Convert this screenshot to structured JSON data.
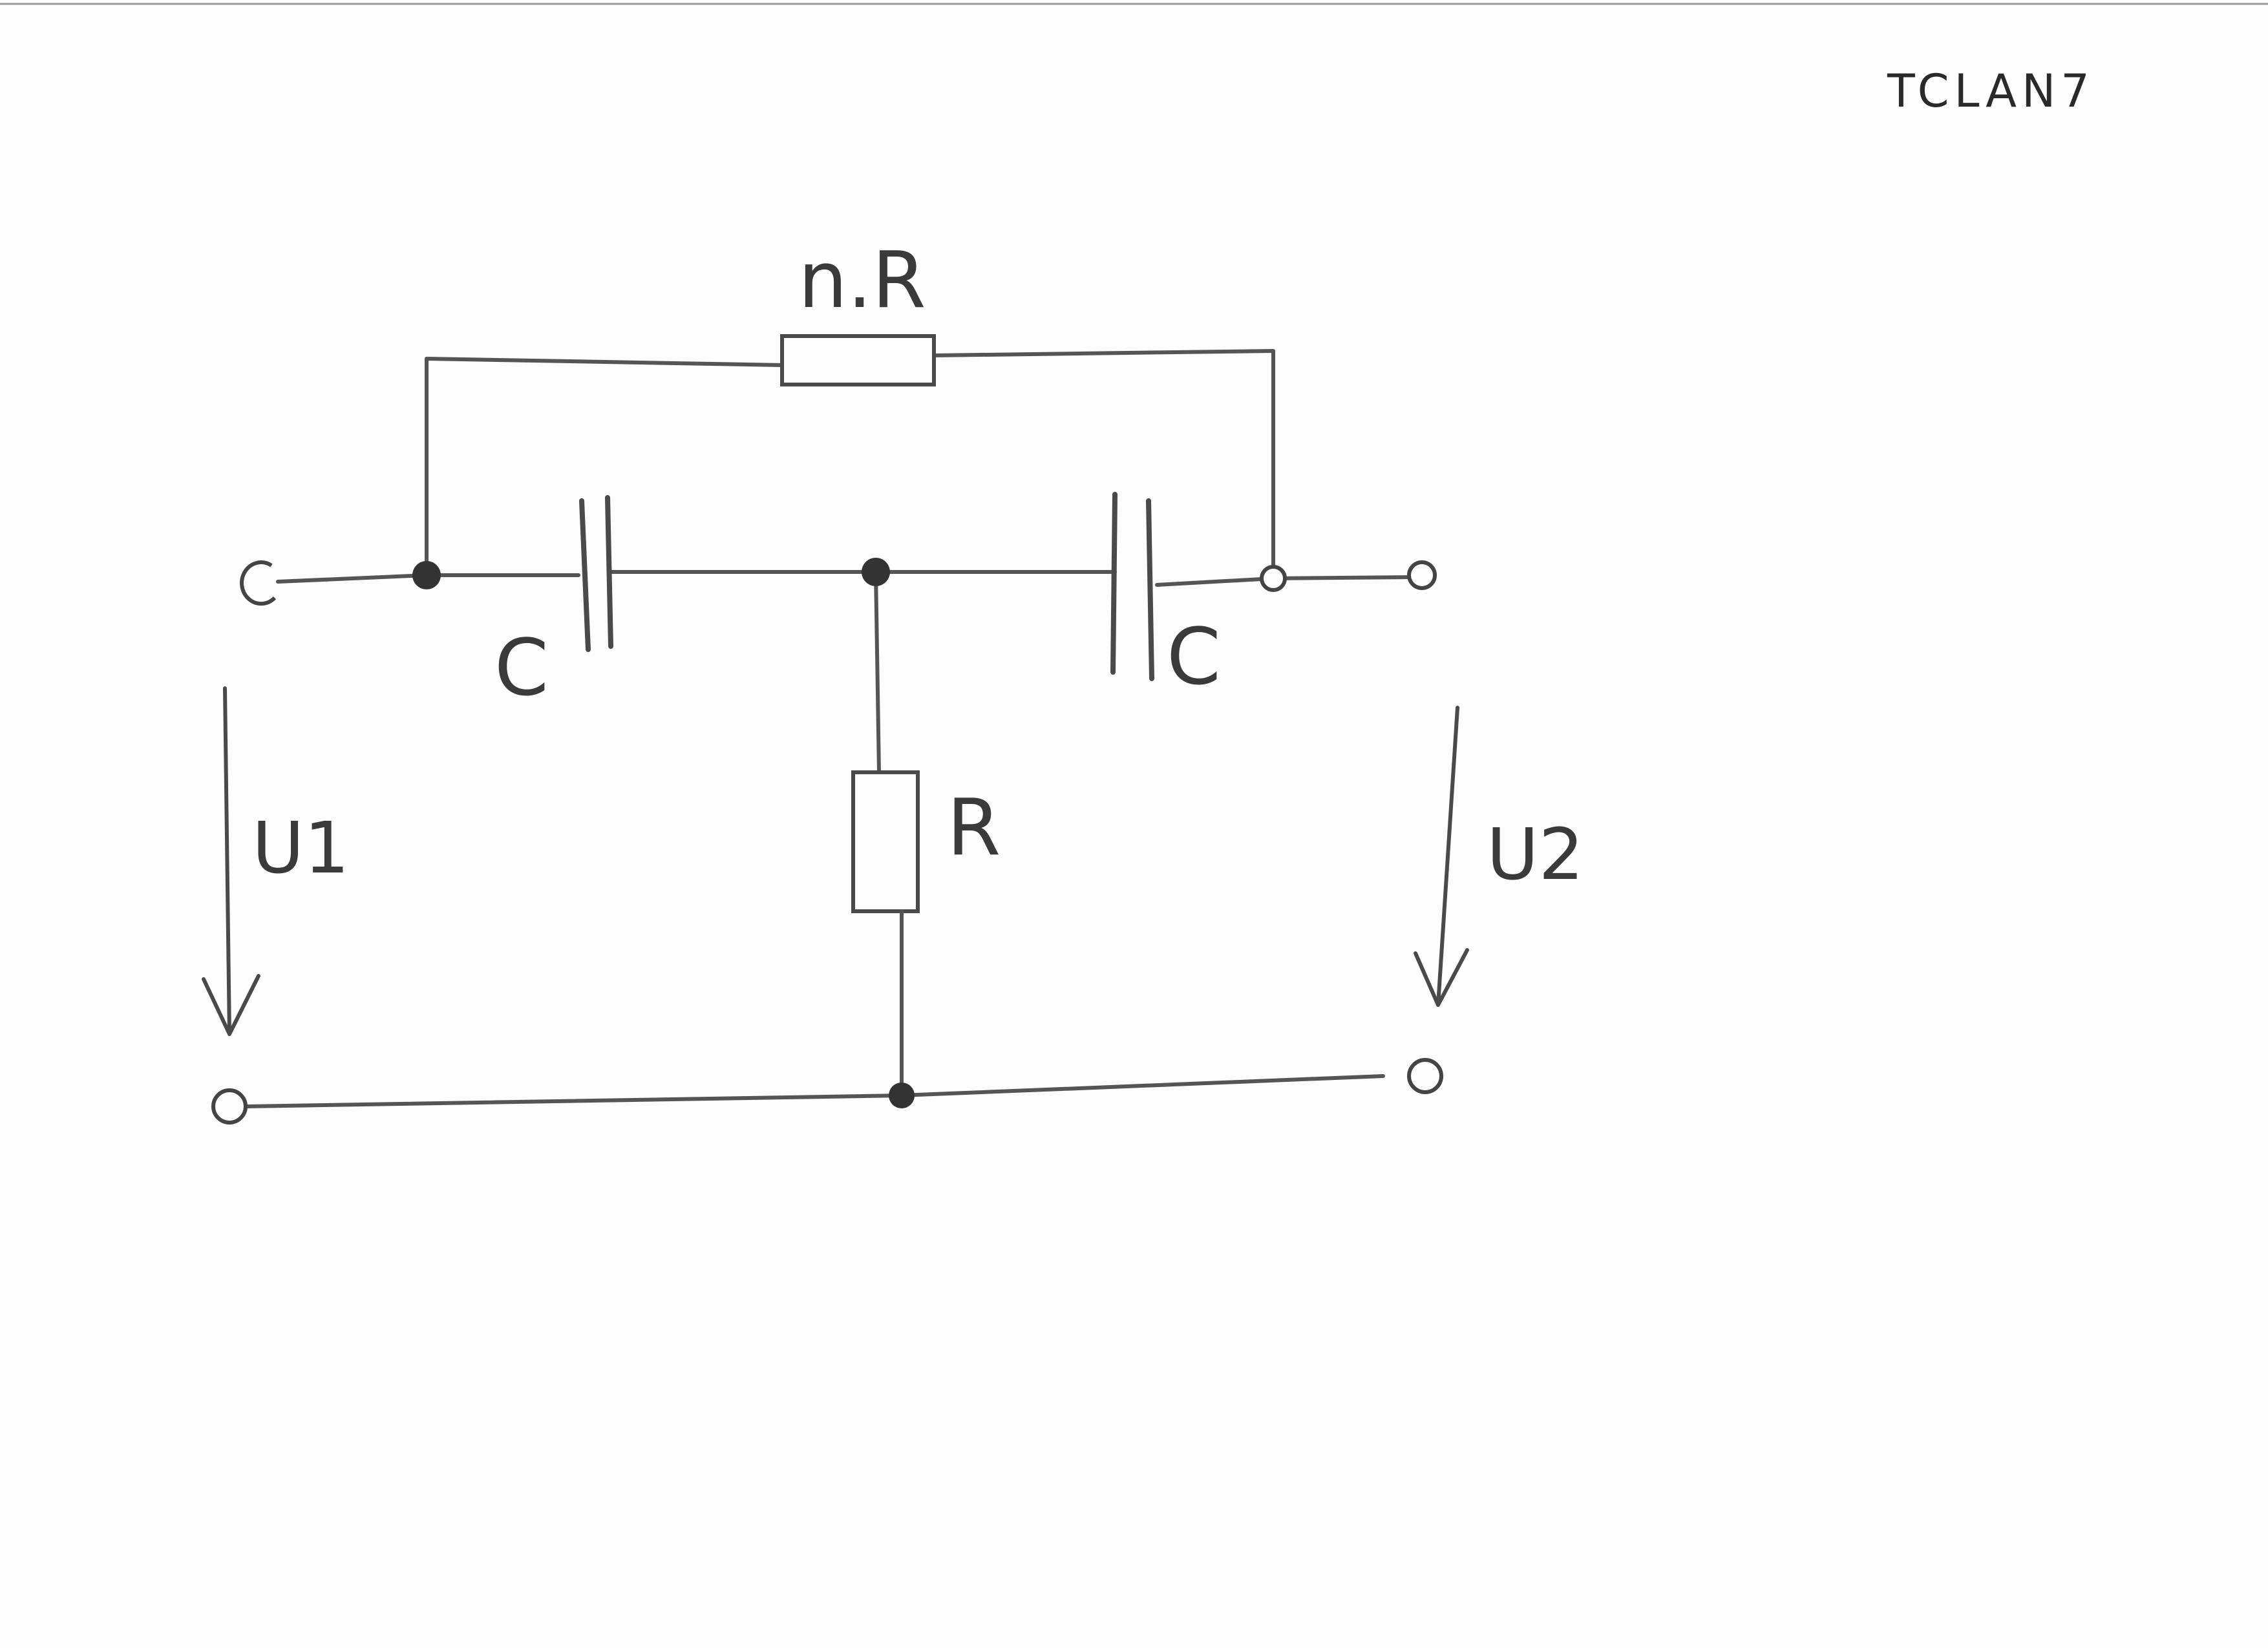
{
  "document_id": "TCLAN7",
  "components": {
    "resistor_top": "n.R",
    "capacitor_left": "C",
    "capacitor_right": "C",
    "resistor_shunt": "R"
  },
  "voltages": {
    "input": "U1",
    "output": "U2"
  }
}
